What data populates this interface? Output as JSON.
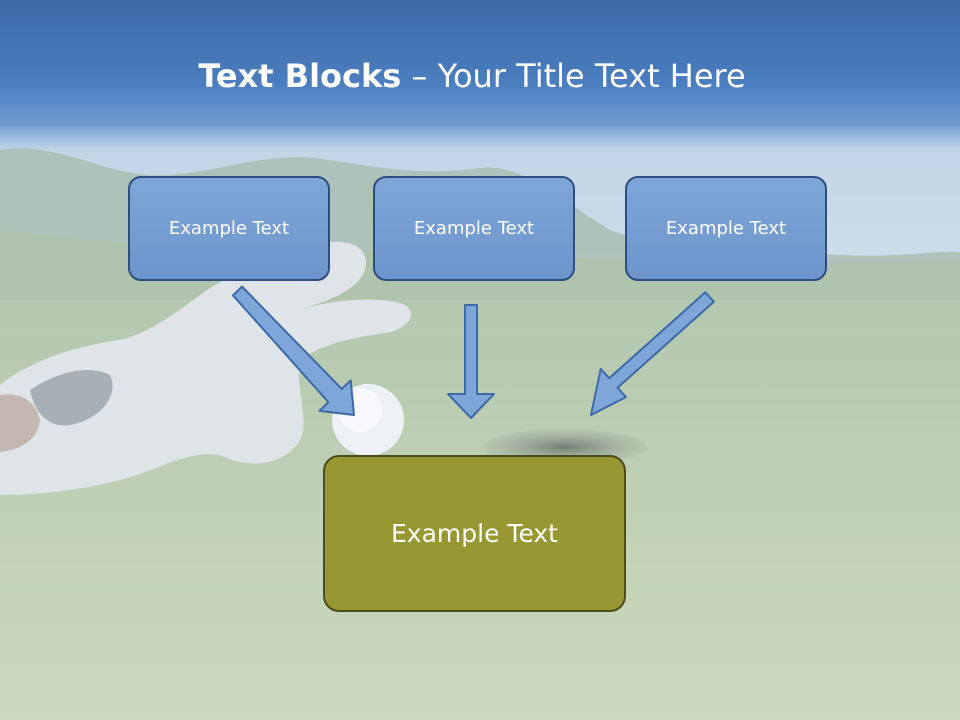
{
  "title": {
    "bold": "Text Blocks",
    "dash": " – ",
    "rest": "Your Title Text Here"
  },
  "blocks": [
    {
      "label": "Example Text"
    },
    {
      "label": "Example Text"
    },
    {
      "label": "Example Text"
    }
  ],
  "target": {
    "label": "Example Text"
  },
  "colors": {
    "title_band": "#4a7dbf",
    "block_fill": "#7aa2d6",
    "block_border": "#2e4e7f",
    "target_fill": "#979831",
    "target_border": "#4d4d1c",
    "arrow_fill": "#7ea6d9",
    "arrow_stroke": "#3e6aa6"
  }
}
